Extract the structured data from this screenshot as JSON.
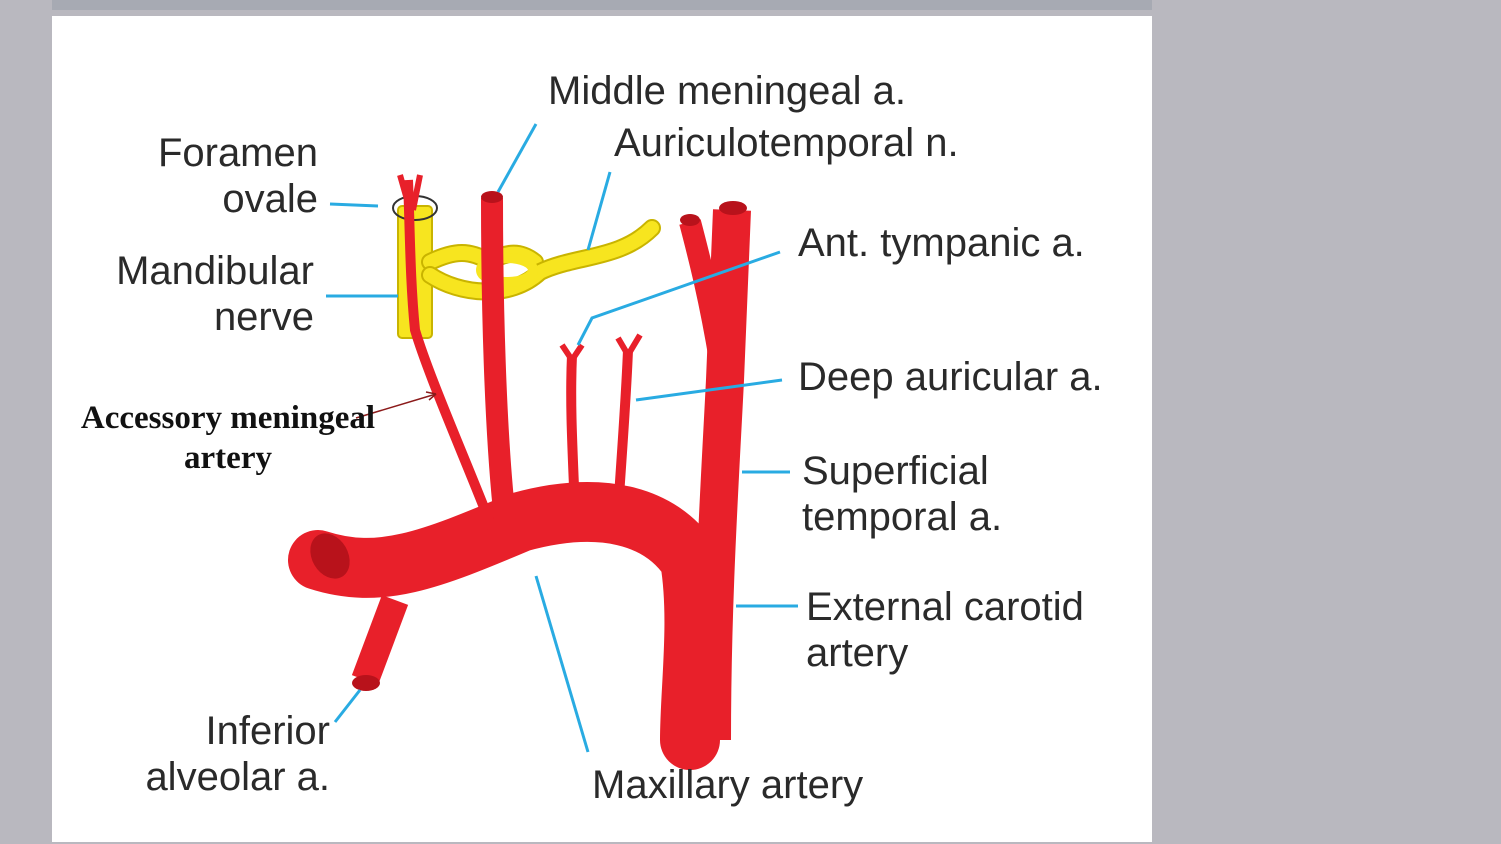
{
  "colors": {
    "background": "#b9b8bf",
    "panel": "#ffffff",
    "artery": "#e8202a",
    "artery_shadow": "#b8121b",
    "nerve": "#f7e51f",
    "nerve_outline": "#c9b400",
    "leader": "#29abe2",
    "text": "#2a2a2a"
  },
  "labels": {
    "foramen_ovale_line1": "Foramen",
    "foramen_ovale_line2": "ovale",
    "mandibular_nerve_line1": "Mandibular",
    "mandibular_nerve_line2": "nerve",
    "accessory_meningeal_line1": "Accessory meningeal",
    "accessory_meningeal_line2": "artery",
    "inferior_alveolar_line1": "Inferior",
    "inferior_alveolar_line2": "alveolar a.",
    "middle_meningeal": "Middle meningeal a.",
    "auriculotemporal": "Auriculotemporal n.",
    "ant_tympanic": "Ant. tympanic a.",
    "deep_auricular": "Deep auricular a.",
    "superficial_temporal_line1": "Superficial",
    "superficial_temporal_line2": "temporal a.",
    "external_carotid_line1": "External carotid",
    "external_carotid_line2": "artery",
    "maxillary_artery": "Maxillary artery"
  }
}
